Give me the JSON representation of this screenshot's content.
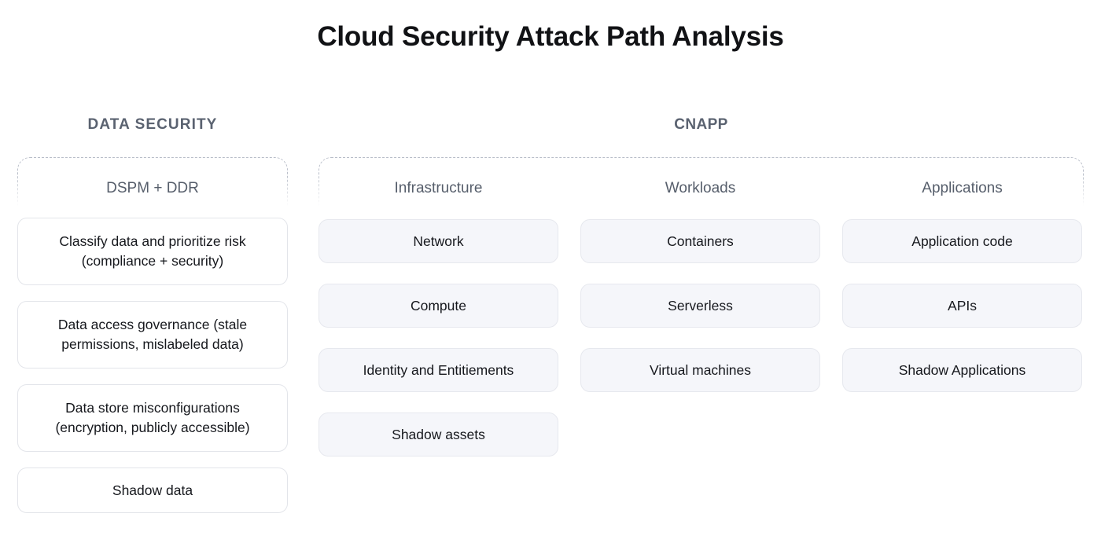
{
  "title": "Cloud Security Attack Path Analysis",
  "colors": {
    "title": "#111215",
    "group_header": "#5a6270",
    "column_label": "#565e6b",
    "card_text": "#16181d",
    "gray_card_bg": "#f5f6fa",
    "gray_card_border": "#e6e8ee",
    "white_card_bg": "#ffffff",
    "white_card_border": "#e3e5ea",
    "dashed_border": "#b9bec9",
    "page_bg": "#ffffff"
  },
  "groups": [
    {
      "id": "data-security",
      "header": "DATA SECURITY",
      "columns": [
        {
          "id": "dspm",
          "label": "DSPM + DDR",
          "cards": [
            {
              "text": "Classify data and prioritize risk (compliance + security)",
              "lines": 2
            },
            {
              "text": "Data access governance (stale permissions, mislabeled data)",
              "lines": 2
            },
            {
              "text": "Data store misconfigurations (encryption, publicly accessible)",
              "lines": 2
            },
            {
              "text": "Shadow data",
              "lines": 1
            }
          ]
        }
      ]
    },
    {
      "id": "cnapp",
      "header": "CNAPP",
      "columns": [
        {
          "id": "infrastructure",
          "label": "Infrastructure",
          "cards": [
            {
              "text": "Network",
              "lines": 1
            },
            {
              "text": "Compute",
              "lines": 1
            },
            {
              "text": "Identity and Entitiements",
              "lines": 1
            },
            {
              "text": "Shadow assets",
              "lines": 1
            }
          ]
        },
        {
          "id": "workloads",
          "label": "Workloads",
          "cards": [
            {
              "text": "Containers",
              "lines": 1
            },
            {
              "text": "Serverless",
              "lines": 1
            },
            {
              "text": "Virtual machines",
              "lines": 1
            }
          ]
        },
        {
          "id": "applications",
          "label": "Applications",
          "cards": [
            {
              "text": "Application code",
              "lines": 1
            },
            {
              "text": "APIs",
              "lines": 1
            },
            {
              "text": "Shadow Applications",
              "lines": 1
            }
          ]
        }
      ]
    }
  ]
}
